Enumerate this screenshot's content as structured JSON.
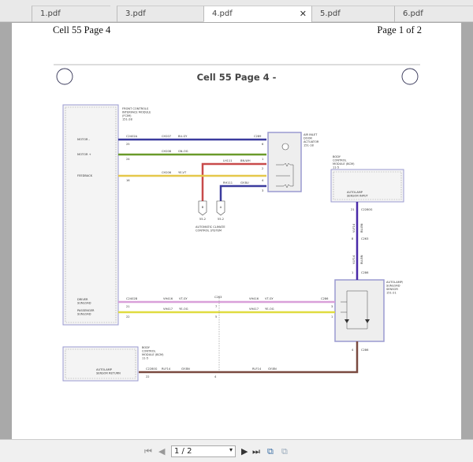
{
  "tabs": [
    {
      "label": "1.pdf"
    },
    {
      "label": "3.pdf"
    },
    {
      "label": "4.pdf",
      "active": true
    },
    {
      "label": "5.pdf"
    },
    {
      "label": "6.pdf"
    }
  ],
  "page": {
    "header_left": "Cell 55 Page 4",
    "header_right": "Page 1 of 2",
    "title": "Cell 55 Page 4 -"
  },
  "diagram": {
    "fcim": [
      "FRONT CONTROLS",
      "INTERFACE MODULE",
      "(FCIM)",
      "151-28"
    ],
    "fcim_pins": {
      "motor_minus": "MOTOR -",
      "motor_plus": "MOTOR +",
      "feedback": "FEEDBACK",
      "driver": [
        "DRIVER",
        "SUNLOAD"
      ],
      "passenger": [
        "PASSENGER",
        "SUNLOAD"
      ]
    },
    "actuator": [
      "AIR INLET",
      "DOOR",
      "ACTUATOR",
      "151-18"
    ],
    "acc": [
      "AUTOMATIC CLIMATE",
      "CONTROL SYSTEM"
    ],
    "acc_conn": {
      "b": "B",
      "a": "A",
      "b_ref": "55-2",
      "a_ref": "55-2"
    },
    "bcm_top": [
      "BODY",
      "CONTROL",
      "MODULE (BCM)",
      "11-5"
    ],
    "bcm_top_pin": [
      "AUTOLAMP",
      "SENSOR INPUT"
    ],
    "bcm_bot": [
      "BODY",
      "CONTROL",
      "MODULE (BCM)",
      "11-5"
    ],
    "bcm_bot_pin": [
      "AUTOLAMP",
      "SENSOR RETURN"
    ],
    "sensor": [
      "AUTOLAMP/",
      "SUNLOAD",
      "SENSOR",
      "151-21"
    ],
    "wires": {
      "w1": {
        "conn_l": "C2402A",
        "circuit": "CH207",
        "color": "BU-GY",
        "conn_r": "C289",
        "pin_l": "25",
        "pin_r": "6"
      },
      "w2": {
        "circuit": "CH208",
        "color": "GN-OG",
        "pin_l": "24",
        "pin_r": "1"
      },
      "w3": {
        "circuit": "LH111",
        "color": "BN-WH",
        "pin_r": "2"
      },
      "w4": {
        "circuit": "CH206",
        "color": "YE-VT",
        "pin_l": "16",
        "pin_r": "4"
      },
      "w5": {
        "circuit": "RH111",
        "color": "GY-BU",
        "pin_r": "3"
      },
      "w6": {
        "conn_l": "C2402B",
        "circuit": "VH416",
        "color": "VT-GY",
        "conn_m": "C263",
        "conn_r": "C286",
        "pin_l": "21",
        "pin_m": "7",
        "pin_r": "3"
      },
      "w7": {
        "circuit": "VH417",
        "color": "YE-OG",
        "pin_l": "22",
        "pin_m": "5",
        "pin_r": "1"
      },
      "w8": {
        "conn_top": "C2280G",
        "pin_top": "21",
        "conn_mid": "C263",
        "pin_mid": "8",
        "conn_bot": "C286",
        "pin_bot": "1",
        "circuit": "VLF14",
        "color": "BU-BN"
      },
      "w9": {
        "conn_l": "C2280G",
        "circuit": "RLF14",
        "color": "GY-BN",
        "pin_l": "22",
        "pin_m": "4",
        "conn_r": "C286",
        "pin_r": "4"
      }
    },
    "wire_colors": {
      "blue": "#3b3b9e",
      "green": "#6a9a2a",
      "red": "#c84a4a",
      "yellow": "#e5c84a",
      "pink": "#d9a0d9",
      "yellow2": "#e0dc40",
      "purple": "#4a2aa8",
      "brown": "#7a4a40"
    }
  },
  "toolbar": {
    "page_value": "1 / 2",
    "icons": [
      "first-page-icon",
      "prev-page-icon",
      "next-page-icon",
      "last-page-icon",
      "fit-page-icon",
      "fit-width-icon"
    ]
  }
}
